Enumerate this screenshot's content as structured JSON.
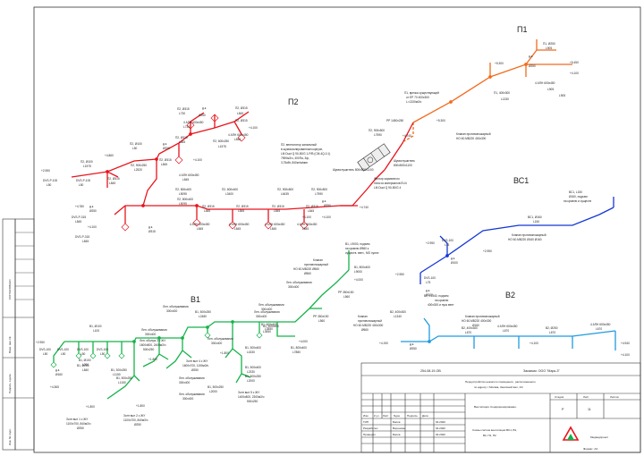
{
  "colors": {
    "p1": "#f26b1d",
    "p2": "#e8141c",
    "v1": "#16b34a",
    "v2": "#1f9be0",
    "vs1": "#1538d6",
    "frame": "#222222"
  },
  "systems": {
    "p1": "П1",
    "p2": "П2",
    "vs1": "ВС1",
    "v1": "В1",
    "v2": "В2"
  },
  "side_labels": {
    "agreed": "СОГЛАСОВАНО",
    "inv_no": "Инв. № подл.",
    "sign_date": "Подпись и дата",
    "replaced": "Взам. инв. №"
  },
  "p1": {
    "labels": [
      "П1, Ø250",
      "L905",
      "+5.300",
      "д.к.",
      "Ø250",
      "+5.450",
      "+4.100",
      "L905",
      "4 АПН 600х450",
      "L905",
      "П1, 400х300",
      "L1330",
      "П1, врезка существующей",
      "от ЕР 70 400х300",
      "L=1330м3/ч",
      "+5.300",
      "Клапан противопожарный",
      "НО 60.МВ220 400х300"
    ]
  },
  "p2": {
    "labels": [
      "П2, Ø315",
      "L730",
      "д.к.",
      "Ø250",
      "П2, Ø315",
      "L845",
      "4 АПН 600х450",
      "L730",
      "+4.100",
      "П2, Ø315",
      "4 АПН 600х450",
      "L845",
      "П2, 600х250",
      "L1575",
      "П2, Ø315",
      "L845",
      "д.к.",
      "Ø250",
      "П2, Ø315",
      "L845",
      "+4.860",
      "П2, Ø100",
      "L50",
      "П2, Ø100",
      "L1575",
      "П2, 900х250",
      "L2520",
      "+2.950",
      "DVS-P-100",
      "L50",
      "DVS-P-100",
      "L50",
      "П2, Ø315",
      "L845",
      "+4.100",
      "4 АПН 600х450",
      "L845",
      "+4.780",
      "д.к.",
      "Ø250",
      "DVS-P-315",
      "L845",
      "+4.100",
      "DVS-P-315",
      "L845",
      "П2, 800х400",
      "L5095",
      "П2, 600х400",
      "L3400",
      "П2, 800х400",
      "L5095",
      "П2, Ø315",
      "L845",
      "П2, Ø315",
      "L845",
      "П2, Ø315",
      "L845",
      "П2, Ø315",
      "L845",
      "д.к.",
      "Ø315",
      "4 АПН 600х450",
      "L845",
      "4 АПН 600х450",
      "L845",
      "4 АПН 600х450",
      "L845",
      "4 АПН 600х450",
      "L845",
      "П2, 900х500",
      "L6435",
      "П2, 900х500",
      "L7590",
      "+4.740",
      "+4.100",
      "+4.100",
      "д.к.",
      "Ø250",
      "П2, вентилятор канальный",
      "в шумоизолированном корпусе,",
      "LM Duct Q 90-50/G 1-P/B (CM-4Q-0.1)",
      "7590м3/ч, 400Па, 3ф,",
      "3,75кВт, 840кг/м/мин",
      "Шумоглушитель",
      "800х500х1100",
      "Фильтр карманного",
      "типа из материалов EU4",
      "LM Duct Q 90-50/G 4",
      "Шумоглушитель 800х500х1100",
      "РР 1450х250",
      "П2, 900х500",
      "L7590",
      "+4.740"
    ]
  },
  "vs1": {
    "labels": [
      "ВС1, L150",
      "Ø160, подъем",
      "на кровлю и существ",
      "ВС1, Ø160",
      "L150",
      "Клапан противопожарный",
      "НО 60.МВ220 Ø160 Ø160",
      "+2.950",
      "+2.950",
      "DVS-100",
      "L75",
      "д.к.",
      "Ø100",
      "+2.950",
      "DVS-100",
      "L75",
      "д.к.",
      "Ø100"
    ]
  },
  "v1": {
    "labels": [
      "В1, L9000, подъем",
      "на кровлю Ø560 к",
      "существ. вент., МО хуичн",
      "Клапан",
      "противопожарный",
      "НО 60.МВ220 Ø560",
      "Ø560",
      "Лен. обслуживания",
      "300х400",
      "В1, 800х400",
      "L9000",
      "+4.000",
      "РР 350х150",
      "L560",
      "Лен. обслуживания",
      "300х400",
      "РР 350х150",
      "L560",
      "Клапан",
      "противопожарный",
      "НО 60.МВ220 400х300",
      "Ø560",
      "+4.000",
      "В1, 800х400",
      "L7880",
      "В1, 500х250",
      "L2480",
      "Лен. обслуживания",
      "300х400",
      "Лен. обслуживания",
      "300х400",
      "В1, 600х400",
      "L3550",
      "В1, 500х400",
      "L3550",
      "+2.950",
      "В1, Ø100",
      "L100",
      "DVS-100",
      "L50",
      "DVS-100",
      "L50",
      "DVS-100",
      "L50",
      "DVS-100",
      "L50",
      "Лен. обслуж 3 с ЖУ",
      "1600х800, 2400м3/ч",
      "500х250",
      "Лен. обслуживания",
      "300х400",
      "Лен. обслуживания",
      "300х400",
      "В1, 500х400",
      "L4330",
      "В1, Ø100",
      "L200",
      "В1, Ø250",
      "L840",
      "д.к.",
      "Ø160",
      "Зонт выт 4 с ЖУ",
      "1600х700, 1150м3/ч",
      "Ø250",
      "+1.800",
      "В1, 300х250",
      "L1150",
      "В1, 500х400",
      "L2330",
      "+1.800",
      "В1, 500х250",
      "L2000",
      "+4.365",
      "Лен. обслуживания",
      "300х400",
      "+1.800",
      "В1, 500х250",
      "L1150",
      "+1.800",
      "Зонт выт 1 с ЖУ",
      "1100х700, 840м3/ч",
      "Ø250",
      "Зонт выт 2 с ЖУ",
      "1100х700, 840м3/ч",
      "Ø250",
      "Лен. обслуживания",
      "300х400",
      "Зонт выт 5 с ЖУ",
      "1400х800, 2300м3/ч",
      "500х250",
      "В1, 500х250",
      "L2000"
    ]
  },
  "v2": {
    "labels": [
      "В2, L1340, подъем",
      "на кровлю",
      "400х300 и пуск вент",
      "В2, 400х300",
      "L1340",
      "Клапан противопожарный",
      "НО 60.МВ220 400х300",
      "Ø160",
      "В2, 400х300",
      "L670",
      "В2, Ø250",
      "L670",
      "4 АПН 600х450",
      "L670",
      "4 АПН 600х450",
      "L670",
      "+4.190",
      "+4.100",
      "д.к.",
      "Ø250",
      "+4.940",
      "+4.100"
    ]
  },
  "title_block": {
    "doc_code": "254-08-19-ОВ",
    "customer": "Заказчик: ООО \"Марь-3\"",
    "object_lines": [
      "Переустройство нежилого помещения , расположенного",
      "по адресу: г.Москва, Земляной вал, 1/4"
    ],
    "sheet_title": "Вентиляция. Кондиционирование.",
    "col_stage": "Стадия",
    "col_sheet": "Лист",
    "col_sheets": "Листов",
    "stage": "Р",
    "sheet": "11",
    "sheets": "",
    "drawing_title_lines": [
      "Схемы систем вентиляции ВС1, В1,",
      "В2, П1, П2"
    ],
    "firm": "Медведпроект",
    "format": "Формат: А3",
    "head_cols": [
      "Изм",
      "К.уч",
      "Лист",
      "Nдок",
      "Подпись",
      "Дата"
    ],
    "rows": [
      {
        "role": "ГИП",
        "name": "Басов",
        "date": "02.2020"
      },
      {
        "role": "Разработал",
        "name": "Воронова",
        "date": "02.2020"
      },
      {
        "role": "Проверил",
        "name": "Басов",
        "date": "02.2020"
      }
    ]
  }
}
